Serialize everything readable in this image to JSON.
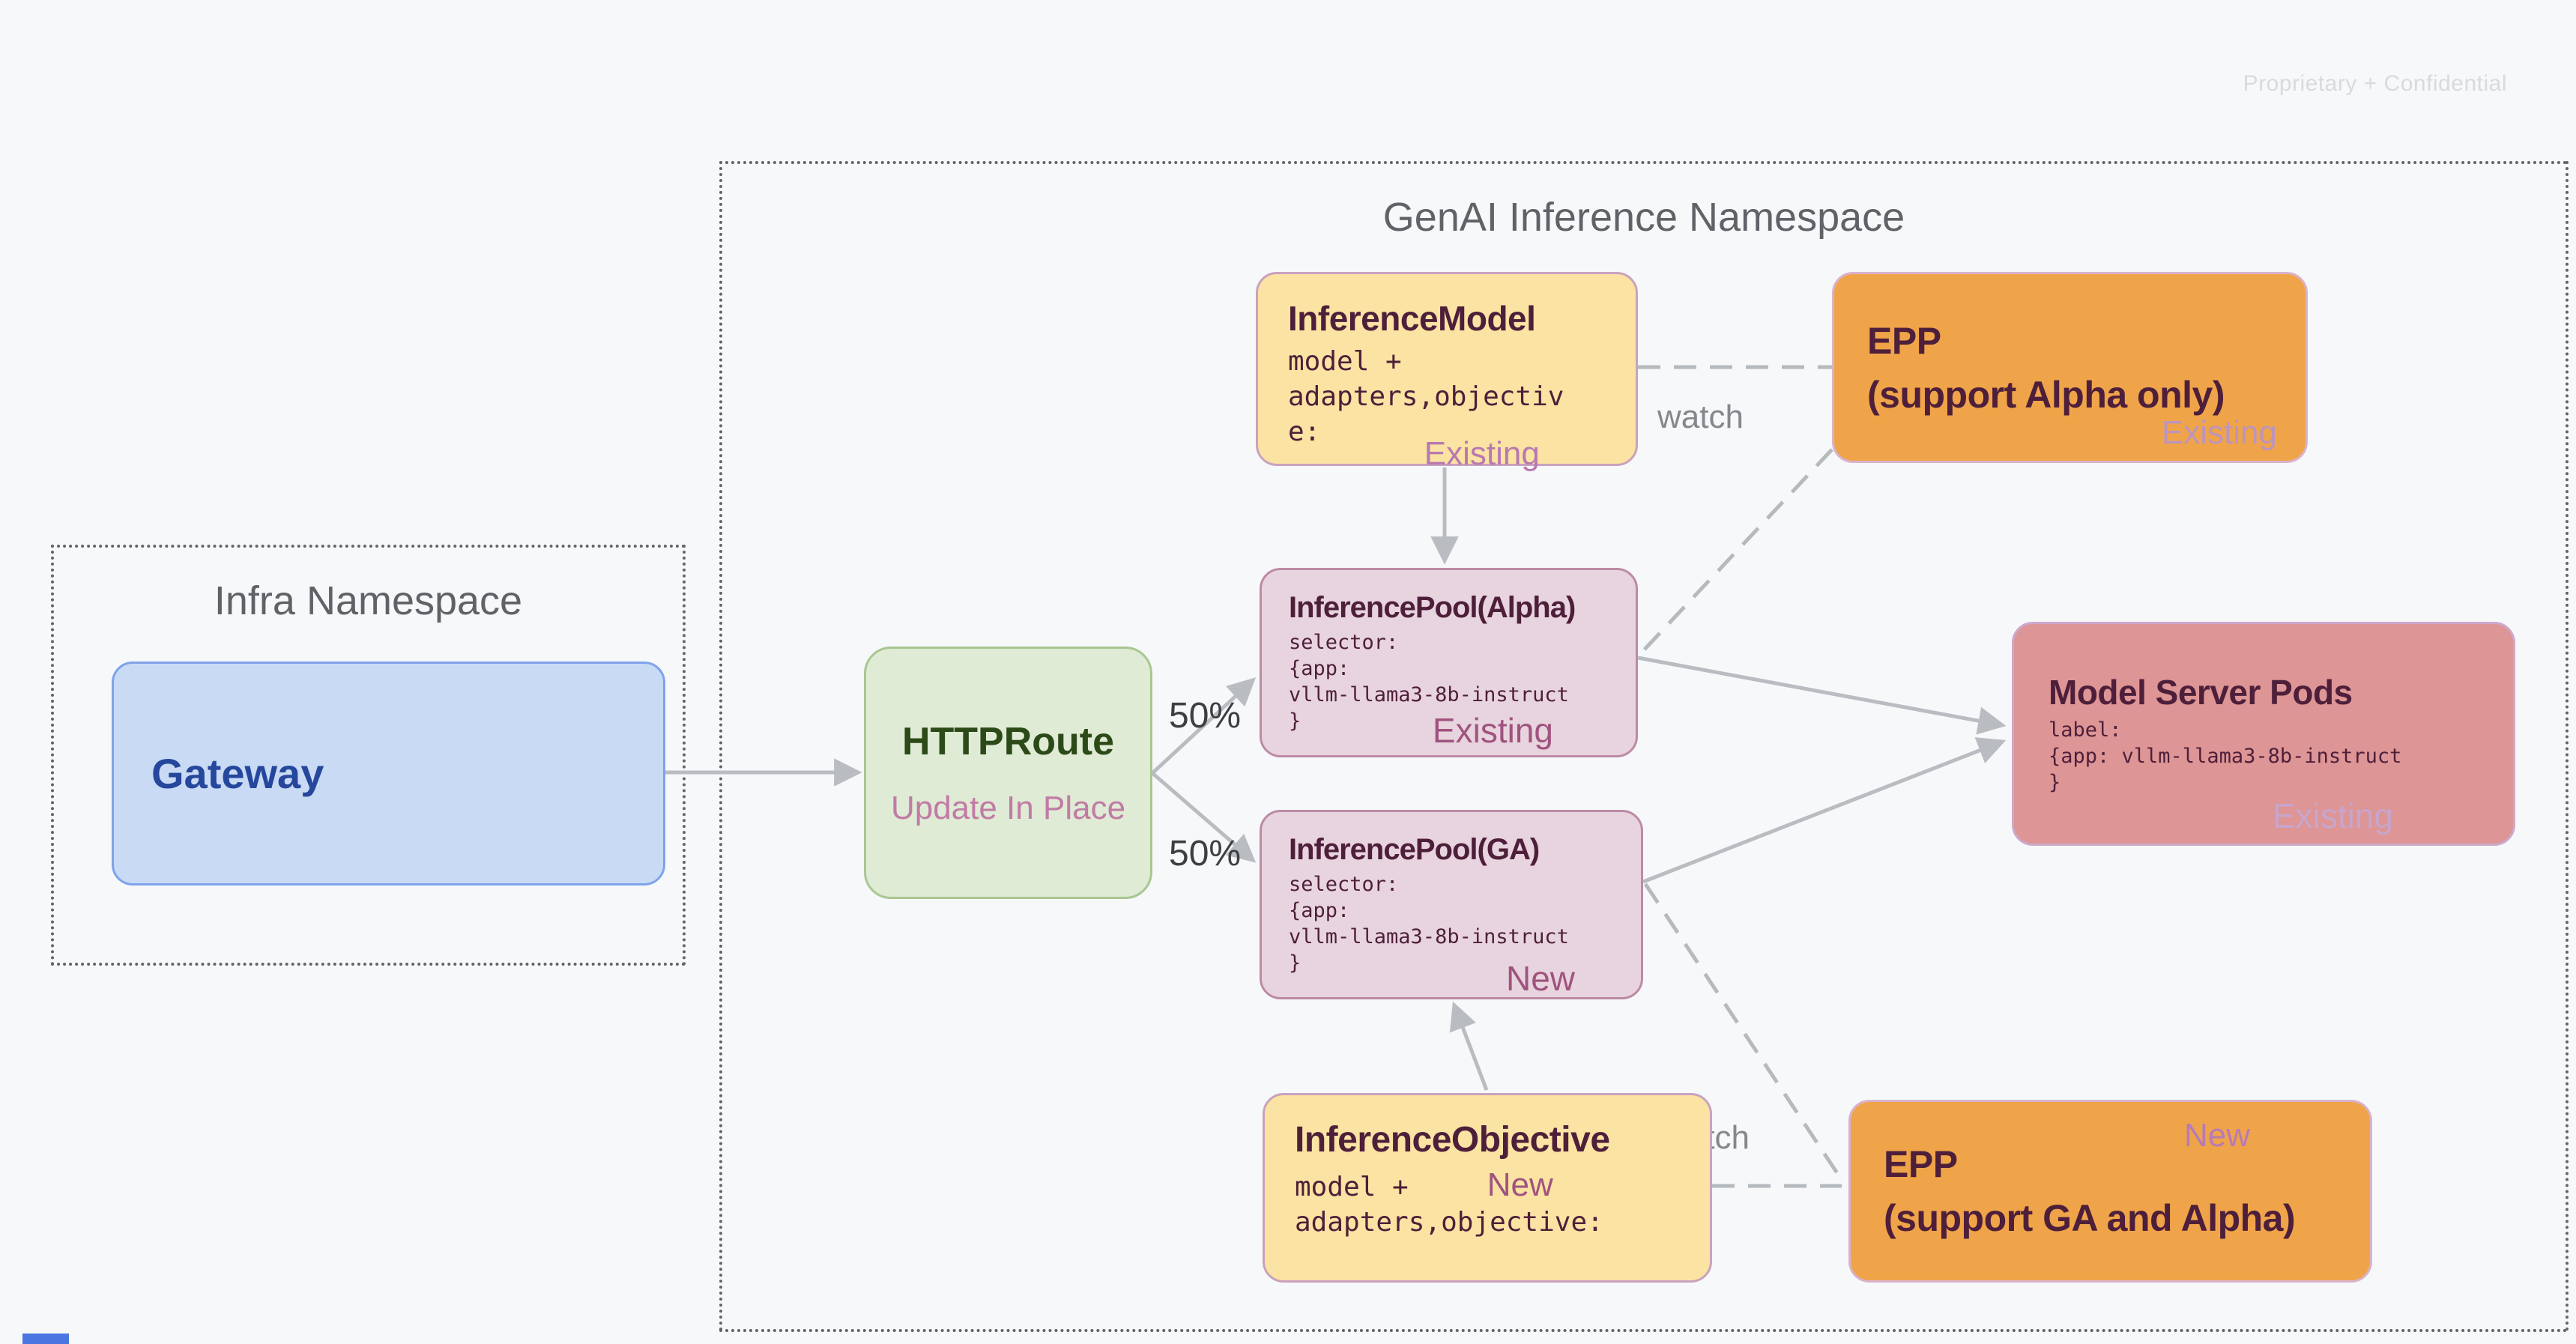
{
  "watermark": "Proprietary + Confidential",
  "namespaces": {
    "infra": {
      "title": "Infra Namespace"
    },
    "genai": {
      "title": "GenAI Inference Namespace"
    }
  },
  "nodes": {
    "gateway": {
      "title": "Gateway"
    },
    "httproute": {
      "title": "HTTPRoute",
      "subtitle": "Update In Place"
    },
    "inference_model": {
      "title": "InferenceModel",
      "code": "model +\nadapters,objectiv\ne:",
      "status": "Existing"
    },
    "epp_alpha": {
      "title_line1": "EPP",
      "title_line2": "(support Alpha only)",
      "status": "Existing"
    },
    "pool_alpha": {
      "title": "InferencePool(Alpha)",
      "code": "selector:\n{app:\nvllm-llama3-8b-instruct\n}",
      "status": "Existing"
    },
    "pool_ga": {
      "title": "InferencePool(GA)",
      "code": "selector:\n{app:\nvllm-llama3-8b-instruct\n}",
      "status": "New"
    },
    "model_server_pods": {
      "title": "Model Server Pods",
      "code": "label:\n{app: vllm-llama3-8b-instruct\n}",
      "status": "Existing"
    },
    "inference_objective": {
      "title": "InferenceObjective",
      "code_line1": "model +",
      "code_line2": "adapters,objective:",
      "status": "New"
    },
    "epp_ga": {
      "title_line1": "EPP",
      "title_line2": "(support GA and Alpha)",
      "status": "New"
    }
  },
  "edge_labels": {
    "split_top": "50%",
    "split_bottom": "50%",
    "watch_top": "watch",
    "watch_bottom": "watch"
  },
  "colors": {
    "background": "#F7F8FA",
    "yellow_node": "#FAE3A3",
    "orange_node": "#F0A449",
    "pink_node": "#E8D4DE",
    "rose_node": "#DD9595",
    "green_node": "#DFEBD5",
    "blue_node": "#C9DAF5",
    "node_border_mauve": "#C9A2BE",
    "title_maroon": "#4E1F3A",
    "httproute_green": "#2C4A18",
    "gateway_blue": "#25479C",
    "status_pink": "#A0537F",
    "status_mauve": "#B779B1",
    "arrow_gray": "#B9BDC1",
    "namespace_title_gray": "#5F6368"
  }
}
